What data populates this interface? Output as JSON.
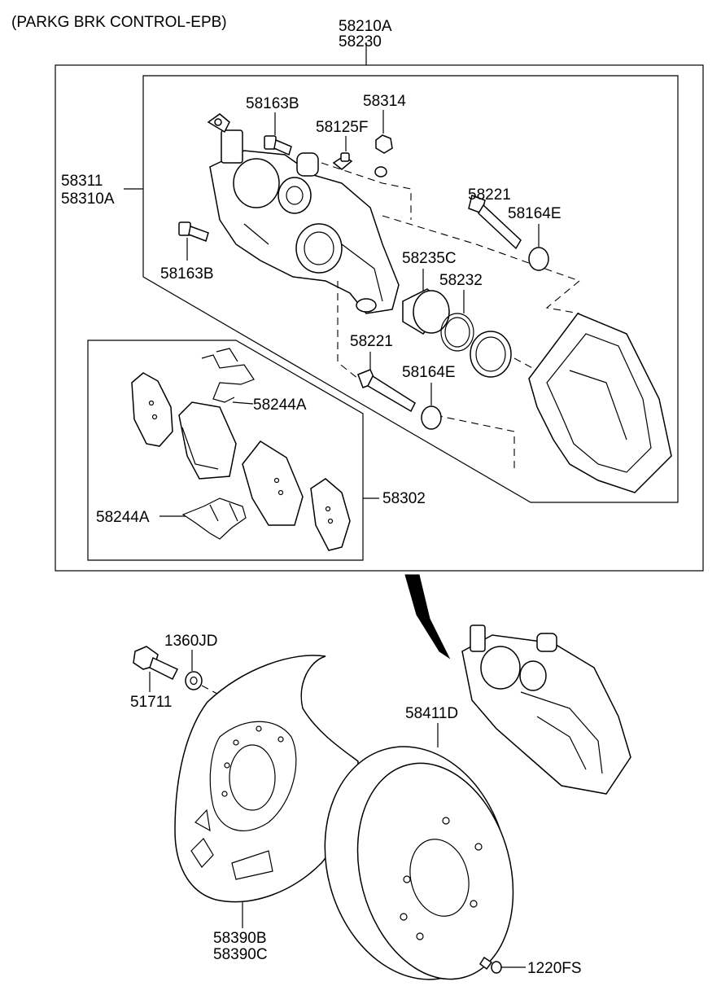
{
  "title": "(PARKG BRK CONTROL-EPB)",
  "labels": {
    "caliper_assy_1": "58210A",
    "caliper_assy_2": "58230",
    "carrier_1": "58311",
    "carrier_2": "58310A",
    "bolt_top": "58163B",
    "bolt_left": "58163B",
    "bleeder": "58125F",
    "cap": "58314",
    "guide_pin_upper": "58221",
    "boot_upper": "58164E",
    "piston": "58235C",
    "piston_seal": "58232",
    "guide_pin_lower": "58221",
    "boot_lower": "58164E",
    "pad_clip_upper": "58244A",
    "pad_clip_lower": "58244A",
    "pad_kit": "58302",
    "washer": "1360JD",
    "hub_bolt": "51711",
    "disc": "58411D",
    "dust_cover_1": "58390B",
    "dust_cover_2": "58390C",
    "screw": "1220FS"
  }
}
